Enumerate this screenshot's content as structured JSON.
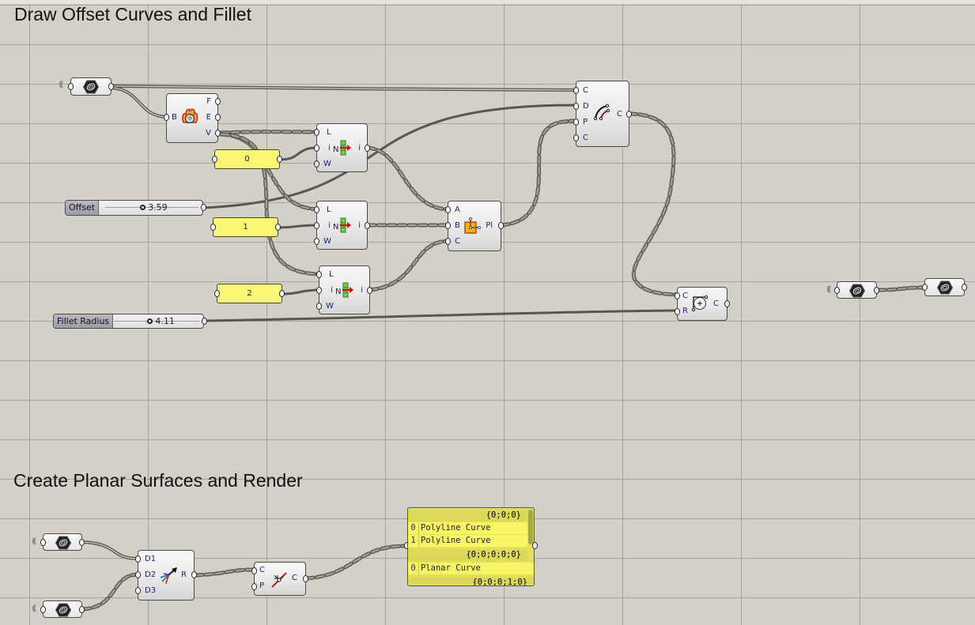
{
  "canvas": {
    "background": "#d4d0c8",
    "groups": [
      {
        "title": "Draw Offset Curves and Fillet"
      },
      {
        "title": "Create Planar Surfaces and Render"
      }
    ]
  },
  "components": {
    "curve_param_top": {
      "type": "Curve parameter",
      "icon": "curve-param-hex-icon"
    },
    "deconstruct_brep": {
      "inputs": [
        "B"
      ],
      "outputs": [
        "F",
        "E",
        "V"
      ],
      "icon": "deconstruct-brep-icon"
    },
    "list_item_0": {
      "inputs": [
        "L",
        "i",
        "W"
      ],
      "outputs": [
        "i"
      ],
      "icon": "list-item-icon"
    },
    "list_item_1": {
      "inputs": [
        "L",
        "i",
        "W"
      ],
      "outputs": [
        "i"
      ],
      "icon": "list-item-icon"
    },
    "list_item_2": {
      "inputs": [
        "L",
        "i",
        "W"
      ],
      "outputs": [
        "i"
      ],
      "icon": "list-item-icon"
    },
    "plane_3pt": {
      "inputs": [
        "A",
        "B",
        "C"
      ],
      "outputs": [
        "Pl"
      ],
      "icon": "plane-3pt-icon"
    },
    "offset_curve": {
      "inputs": [
        "C",
        "D",
        "P",
        "C"
      ],
      "outputs": [
        "C"
      ],
      "icon": "offset-curve-icon"
    },
    "fillet": {
      "inputs": [
        "C",
        "R"
      ],
      "outputs": [
        "C"
      ],
      "icon": "fillet-icon"
    },
    "curve_param_right_a": {
      "icon": "curve-param-hex-icon"
    },
    "curve_param_right_b": {
      "icon": "curve-param-hex-icon"
    },
    "curve_param_bottom_a": {
      "icon": "curve-param-hex-icon"
    },
    "curve_param_bottom_b": {
      "icon": "curve-param-hex-icon"
    },
    "merge": {
      "inputs": [
        "D1",
        "D2",
        "D3"
      ],
      "outputs": [
        "R"
      ],
      "icon": "merge-icon"
    },
    "boundary_surfaces": {
      "inputs": [
        "C",
        "P"
      ],
      "outputs": [
        "C"
      ],
      "icon": "planar-srf-icon"
    }
  },
  "number_panels": [
    {
      "value": "0"
    },
    {
      "value": "1"
    },
    {
      "value": "2"
    }
  ],
  "sliders": [
    {
      "name": "Offset",
      "value": "3.59",
      "fraction": 0.4
    },
    {
      "name": "Fillet Radius",
      "value": "4.11",
      "fraction": 0.42
    }
  ],
  "panel": {
    "rows": [
      {
        "kind": "path",
        "text": "{0;0;0}"
      },
      {
        "kind": "item",
        "index": "0",
        "text": "Polyline Curve"
      },
      {
        "kind": "item",
        "index": "1",
        "text": "Polyline Curve"
      },
      {
        "kind": "path",
        "text": "{0;0;0;0;0}"
      },
      {
        "kind": "item",
        "index": "0",
        "text": "Planar Curve"
      },
      {
        "kind": "path",
        "text": "{0;0;0;1;0}"
      }
    ]
  }
}
